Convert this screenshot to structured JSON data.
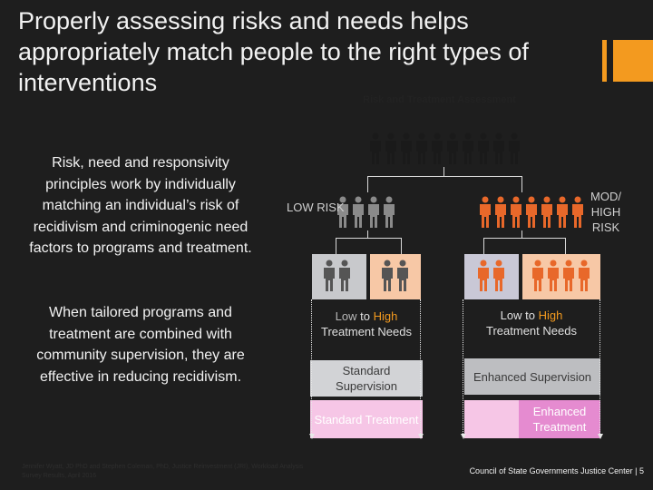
{
  "title": "Properly assessing risks and needs helps appropriately match people to the right types of interventions",
  "diagram_title": "Risk and Treatment Assessment",
  "left_text": {
    "para1": "Risk, need and responsivity principles work by individually matching an individual’s risk of recidivism and criminogenic need factors to programs and treatment.",
    "para2": "When tailored programs and treatment are combined with community supervision, they are effective in reducing recidivism."
  },
  "labels": {
    "low_risk": "LOW RISK",
    "mod_high_risk": "MOD/ HIGH RISK"
  },
  "needs": {
    "left": {
      "low": "Low",
      "to": "to",
      "high": "High",
      "suffix": "Treatment Needs"
    },
    "right": {
      "low": "Low",
      "to": "to",
      "high": "High",
      "suffix": "Treatment Needs"
    }
  },
  "supervision": {
    "standard": "Standard Supervision",
    "enhanced": "Enhanced Supervision"
  },
  "treatment": {
    "standard": "Standard Treatment",
    "enhanced": "Enhanced Treatment"
  },
  "footer": {
    "source": "Jennifer Wyatt, JD PhD and Stephen Coleman, PhD, Justice Reinvestment (JRI), Workload Analysis Survey Results, April 2016",
    "org": "Council of State Governments Justice Center | 5"
  },
  "colors": {
    "background": "#1e1e1e",
    "accent_orange": "#f39a1f",
    "person_black": "#1a1a1a",
    "person_gray": "#8a8a8a",
    "person_orange": "#e8682a",
    "person_darkgray": "#555555"
  }
}
